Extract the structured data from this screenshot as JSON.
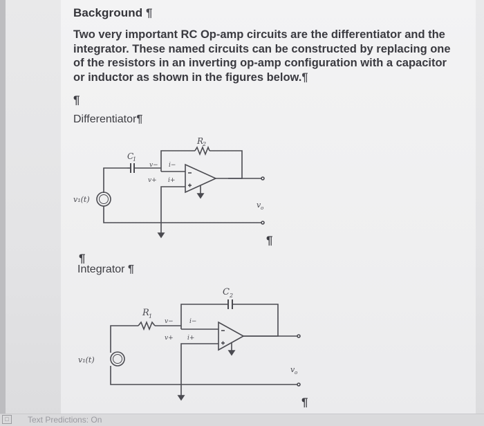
{
  "document": {
    "heading": "Background",
    "paragraph": "Two very important RC Op-amp circuits are the differentiator and the integrator. These named circuits can be constructed by replacing one of the resistors in an inverting op-amp configuration with a capacitor or inductor as shown in the figures below.",
    "pilcrow": "¶",
    "differentiator_label": "Differentiator",
    "integrator_label": "Integrator"
  },
  "circuits": {
    "differentiator": {
      "cap": "C",
      "cap_sub": "1",
      "res": "R",
      "res_sub": "2",
      "v_minus": "v−",
      "v_plus": "v+",
      "i_minus": "i−",
      "i_plus": "i+",
      "source": "v₁(t)",
      "output": "v",
      "output_sub": "o"
    },
    "integrator": {
      "res": "R",
      "res_sub": "1",
      "cap": "C",
      "cap_sub": "2",
      "v_minus": "v−",
      "v_plus": "v+",
      "i_minus": "i−",
      "i_plus": "i+",
      "source": "v₁(t)",
      "output": "v",
      "output_sub": "o"
    }
  },
  "status_bar": {
    "text": "Text Predictions: On"
  }
}
